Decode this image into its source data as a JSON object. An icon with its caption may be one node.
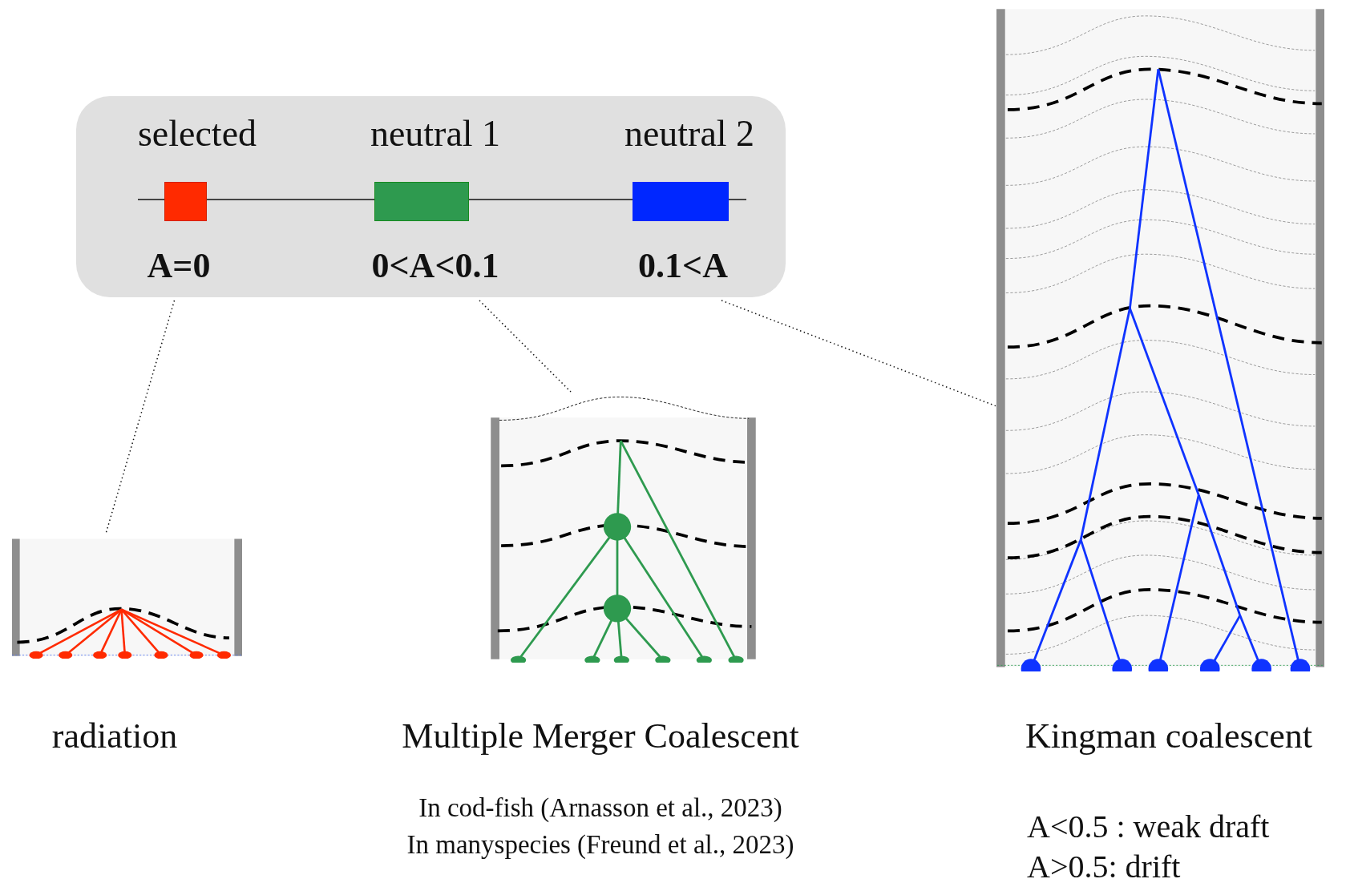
{
  "diagram": {
    "nodes": [
      {
        "text": [],
        "shape": "box"
      },
      {
        "text": [
          "selected",
          "A=0"
        ],
        "in": 0
      },
      {
        "text": [
          "neutral 1",
          "0<A<0.1"
        ],
        "in": 0
      },
      {
        "text": [
          "neutral 2",
          "0.1<A"
        ],
        "in": 0
      },
      {
        "text": [
          "radiation"
        ]
      },
      {
        "text": [
          "Multiple Merger Coalescent"
        ],
        "beside": [
          "In cod-fish (Arnasson et al., 2023)",
          "In manyspecies (Freund et al., 2023)"
        ]
      },
      {
        "text": [
          "Kingman coalescent"
        ],
        "beside": [
          "A<0.5 : weak draft",
          "A>0.5: drift"
        ]
      }
    ],
    "edges": [
      {
        "from": 1,
        "to": 4,
        "arrow": "none",
        "style": "dashed"
      },
      {
        "from": 2,
        "to": 5,
        "arrow": "none",
        "style": "dashed"
      },
      {
        "from": 3,
        "to": 6,
        "arrow": "none",
        "style": "dashed"
      },
      {
        "from": 1,
        "to": 2,
        "arrow": "none"
      },
      {
        "from": 2,
        "to": 3,
        "arrow": "none"
      }
    ]
  }
}
